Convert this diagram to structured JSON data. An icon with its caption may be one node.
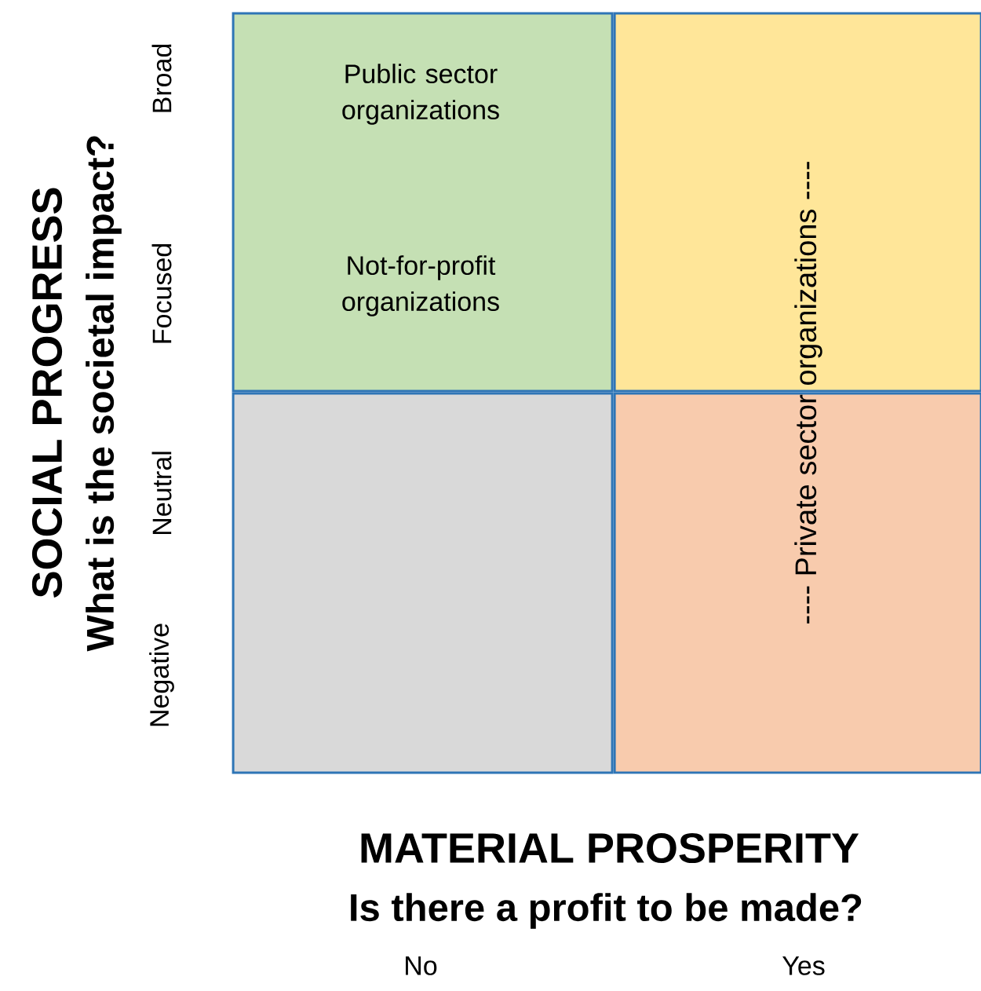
{
  "diagram": {
    "nodes": [
      {
        "text": [
          "Public sector organizations",
          "Not-for-profit organizations"
        ]
      },
      {
        "text": [],
        "shape": "box"
      },
      {
        "text": [],
        "shape": "box"
      },
      {
        "text": [],
        "shape": "box"
      }
    ],
    "labels": [
      "SOCIAL PROGRESS",
      "What is the societal impact?",
      "Negative",
      "Neutral",
      "Focused",
      "Broad",
      "---- Private sector organizations ----",
      "MATERIAL PROSPERITY",
      "Is there a profit to be made?",
      "No",
      "Yes"
    ]
  }
}
